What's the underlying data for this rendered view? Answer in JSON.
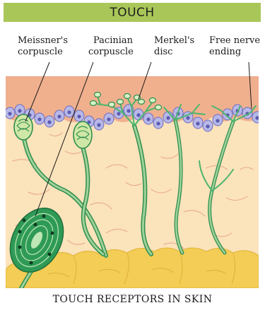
{
  "title": "TOUCH",
  "caption": "TOUCH RECEPTORS IN SKIN",
  "labels": {
    "meissner_l1": "Meissner's",
    "meissner_l2": "corpuscle",
    "pacinian_l1": "Pacinian",
    "pacinian_l2": "corpuscle",
    "merkel_l1": "Merkel's",
    "merkel_l2": "disc",
    "free_l1": "Free nerve",
    "free_l2": "ending"
  },
  "colors": {
    "banner": "#a9c759",
    "epidermis": "#f0b08e",
    "dermis": "#fbe3bb",
    "fat": "#f3cd55",
    "cells": "#b8b8e8",
    "nerve": "#4bb56d"
  }
}
